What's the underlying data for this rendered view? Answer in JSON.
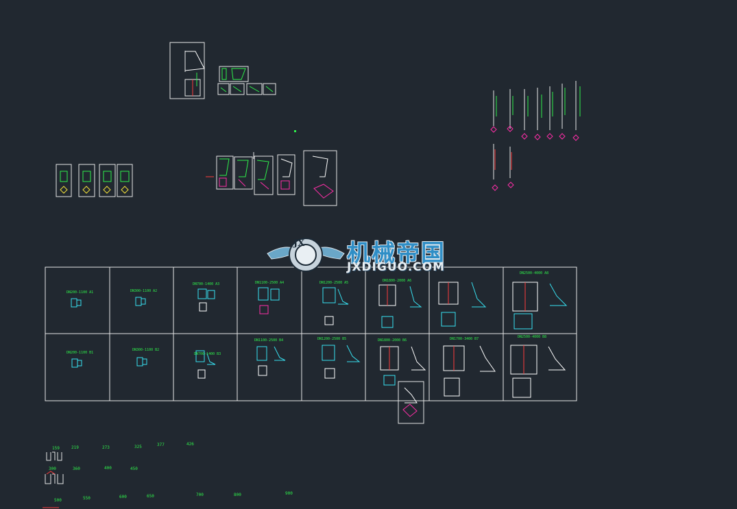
{
  "colors": {
    "background": "#212830",
    "line": "#e8e8e8",
    "green": "#2ff04b",
    "cyan": "#38e2f2",
    "magenta": "#ff2fa8",
    "red": "#ff3b3b",
    "yellow": "#f2e03a"
  },
  "watermark": {
    "title": "机械帝国",
    "subtitle": "JXDIGUO.COM",
    "badge": "JX",
    "icon": "gear-wings-logo-icon"
  },
  "table_row1_labels": [
    "DN200-1100 A1",
    "DN300-1100 A2",
    "DN700-1400 A3",
    "DN1100-2500 A4",
    "DN1200-2500 A5",
    "DN1800-2000 A6",
    "",
    "DN2500-4000 A8"
  ],
  "table_row2_labels": [
    "DN200-1100 B1",
    "DN300-1100 B2",
    "DN700-1400 B3",
    "DN1100-2500 B4",
    "DN1200-2500 B5",
    "DN1800-2000 B6",
    "DN1700-3400 B7",
    "DN2500-4000 B8"
  ],
  "dims_row1": [
    "159",
    "219",
    "273",
    "325",
    "377",
    "426"
  ],
  "dims_row2": [
    "300",
    "360",
    "400",
    "450"
  ],
  "dims_row3": [
    "500",
    "550",
    "600",
    "650",
    "700",
    "800",
    "900"
  ]
}
